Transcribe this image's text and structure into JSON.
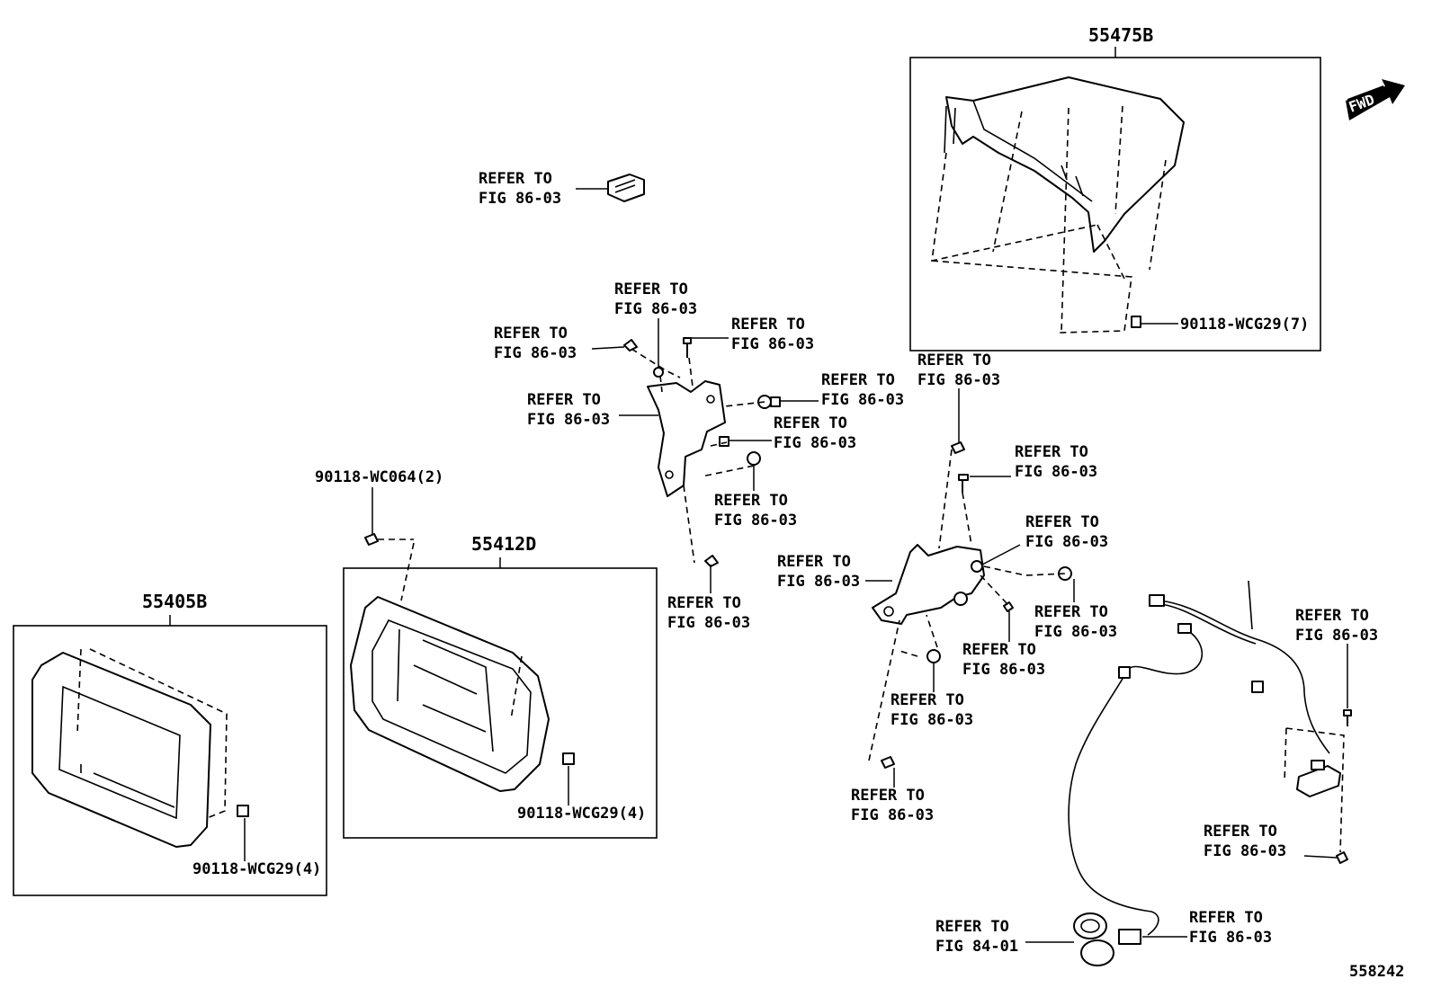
{
  "callouts": {
    "p55475B": "55475B",
    "p55405B": "55405B",
    "p55412D": "55412D",
    "p90118_wcg29_7": "90118-WCG29(7)",
    "p90118_wcg29_4a": "90118-WCG29(4)",
    "p90118_wcg29_4b": "90118-WCG29(4)",
    "p90118_wc064_2": "90118-WC064(2)"
  },
  "refs": {
    "refer_to": "REFER TO",
    "fig_86_03": "FIG 86-03",
    "fig_84_01": "FIG 84-01"
  },
  "fwd_label": "FWD",
  "illustration_number": "558242"
}
